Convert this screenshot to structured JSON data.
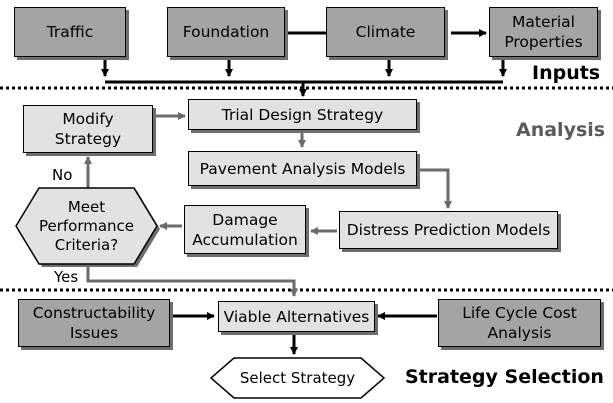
{
  "inputs": {
    "traffic": "Traffic",
    "foundation": "Foundation",
    "climate": "Climate",
    "material_properties": "Material\nProperties"
  },
  "analysis": {
    "modify_strategy": "Modify\nStrategy",
    "trial_design_strategy": "Trial Design Strategy",
    "pavement_analysis_models": "Pavement Analysis Models",
    "distress_prediction_models": "Distress Prediction Models",
    "damage_accumulation": "Damage\nAccumulation",
    "meet_performance_criteria": "Meet\nPerformance\nCriteria?"
  },
  "decision_labels": {
    "no": "No",
    "yes": "Yes"
  },
  "strategy_selection": {
    "constructability_issues": "Constructability\nIssues",
    "viable_alternatives": "Viable Alternatives",
    "life_cycle_cost_analysis": "Life Cycle Cost\nAnalysis",
    "select_strategy": "Select Strategy"
  },
  "section_titles": {
    "inputs": "Inputs",
    "analysis": "Analysis",
    "strategy_selection": "Strategy Selection"
  },
  "colors": {
    "dark_box": "#a4a4a4",
    "light_box": "#e2e2e2",
    "connector": "#000000",
    "analysis_connector": "#6b6b6b",
    "analysis_title": "#5a5a5a"
  }
}
